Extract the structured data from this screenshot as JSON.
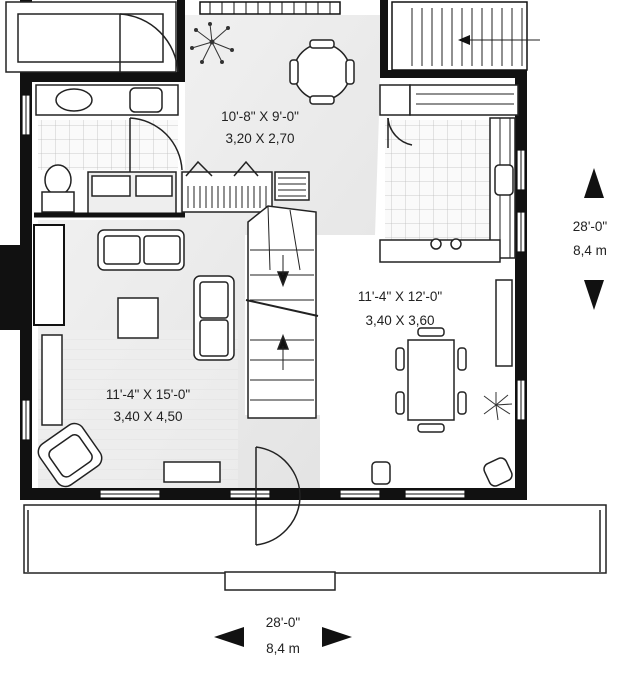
{
  "rooms": {
    "top_room": {
      "dim_imperial": "10'-8\" X 9'-0\"",
      "dim_metric": "3,20 X 2,70"
    },
    "kitchen_dining": {
      "dim_imperial": "11'-4\" X 12'-0\"",
      "dim_metric": "3,40 X 3,60"
    },
    "living": {
      "dim_imperial": "11'-4\" X 15'-0\"",
      "dim_metric": "3,40 X 4,50"
    }
  },
  "overall_depth": {
    "imperial": "28'-0\"",
    "metric": "8,4 m"
  },
  "overall_width": {
    "imperial": "28'-0\"",
    "metric": "8,4 m"
  },
  "colors": {
    "wall": "#111111",
    "line": "#333333",
    "tile": "#bdbdbd",
    "shade": "#ececec"
  }
}
